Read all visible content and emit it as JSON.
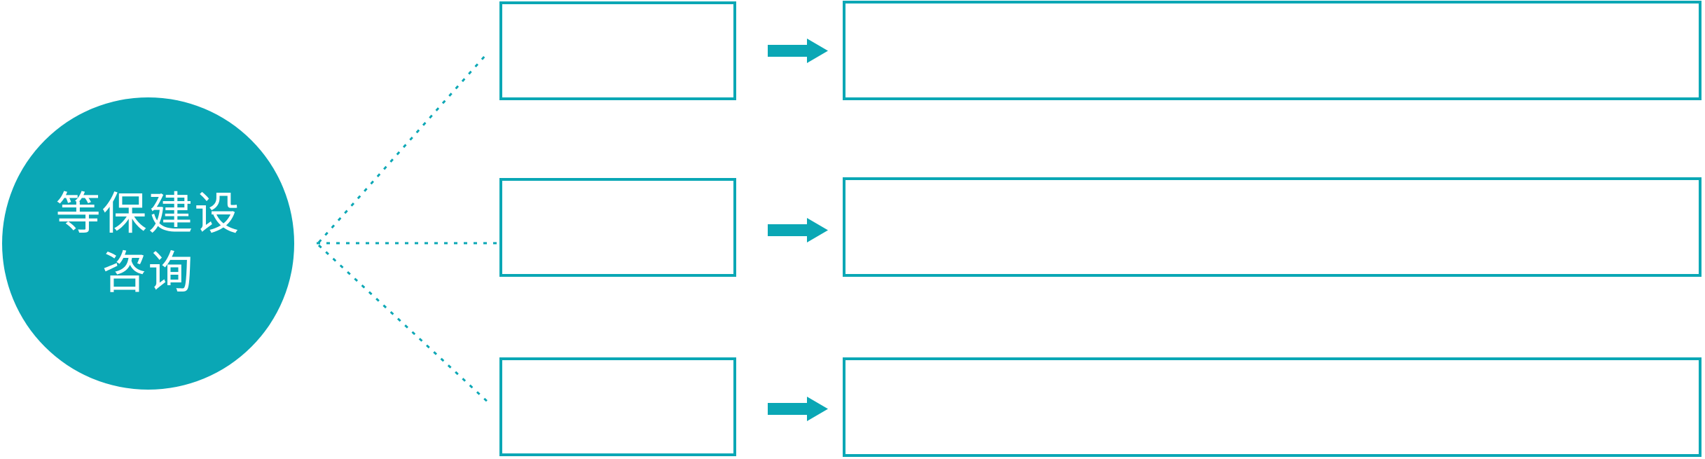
{
  "diagram": {
    "center_node": {
      "label_line1": "等保建设",
      "label_line2": "咨询"
    },
    "rows": [
      {
        "small_box_text": "",
        "large_box_text": ""
      },
      {
        "small_box_text": "",
        "large_box_text": ""
      },
      {
        "small_box_text": "",
        "large_box_text": ""
      }
    ],
    "icons": {
      "arrow": "right-block-arrow-icon",
      "connectors": "dotted-fan-lines"
    },
    "colors": {
      "accent": "#0aa7b5",
      "background": "#ffffff",
      "circle_text": "#ffffff"
    }
  }
}
